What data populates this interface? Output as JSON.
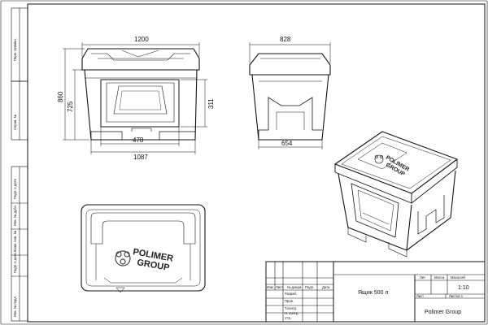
{
  "dimensions": {
    "front_width": "1200",
    "front_height_total": "860",
    "front_height_body": "725",
    "front_opening_height": "311",
    "front_opening_width": "478",
    "front_base_width": "1087",
    "side_width": "828",
    "side_base_width": "654"
  },
  "side_stamp": {
    "perv_primen": "Перв. примен.",
    "sprav": "Справ. №",
    "podp_date_1": "Подп. и дата",
    "inv_dubl": "Инв. № дубл.",
    "vzam_inv": "Взам. инв. №",
    "podp_date_2": "Подп. и дата",
    "inv_podl": "Инв. № подл."
  },
  "logo": {
    "line1": "POLIMER",
    "line2": "GROUP"
  },
  "title_block": {
    "title": "Ящик 500 л",
    "company": "Polimer Group",
    "scale": "1:10",
    "h_lit": "Лит",
    "h_massa": "Масса",
    "h_masshtab": "Масштаб",
    "sheet": "Лист",
    "sheets": "Листов 1",
    "col_izm": "Изм",
    "col_list": "Лист",
    "col_ndoc": "№ докум.",
    "col_podp": "Подп.",
    "col_data": "Дата",
    "razrab": "Разраб.",
    "prov": "Пров.",
    "tkontr": "Т.контр.",
    "nkontr": "Н. контр.",
    "utv": "Утв."
  }
}
